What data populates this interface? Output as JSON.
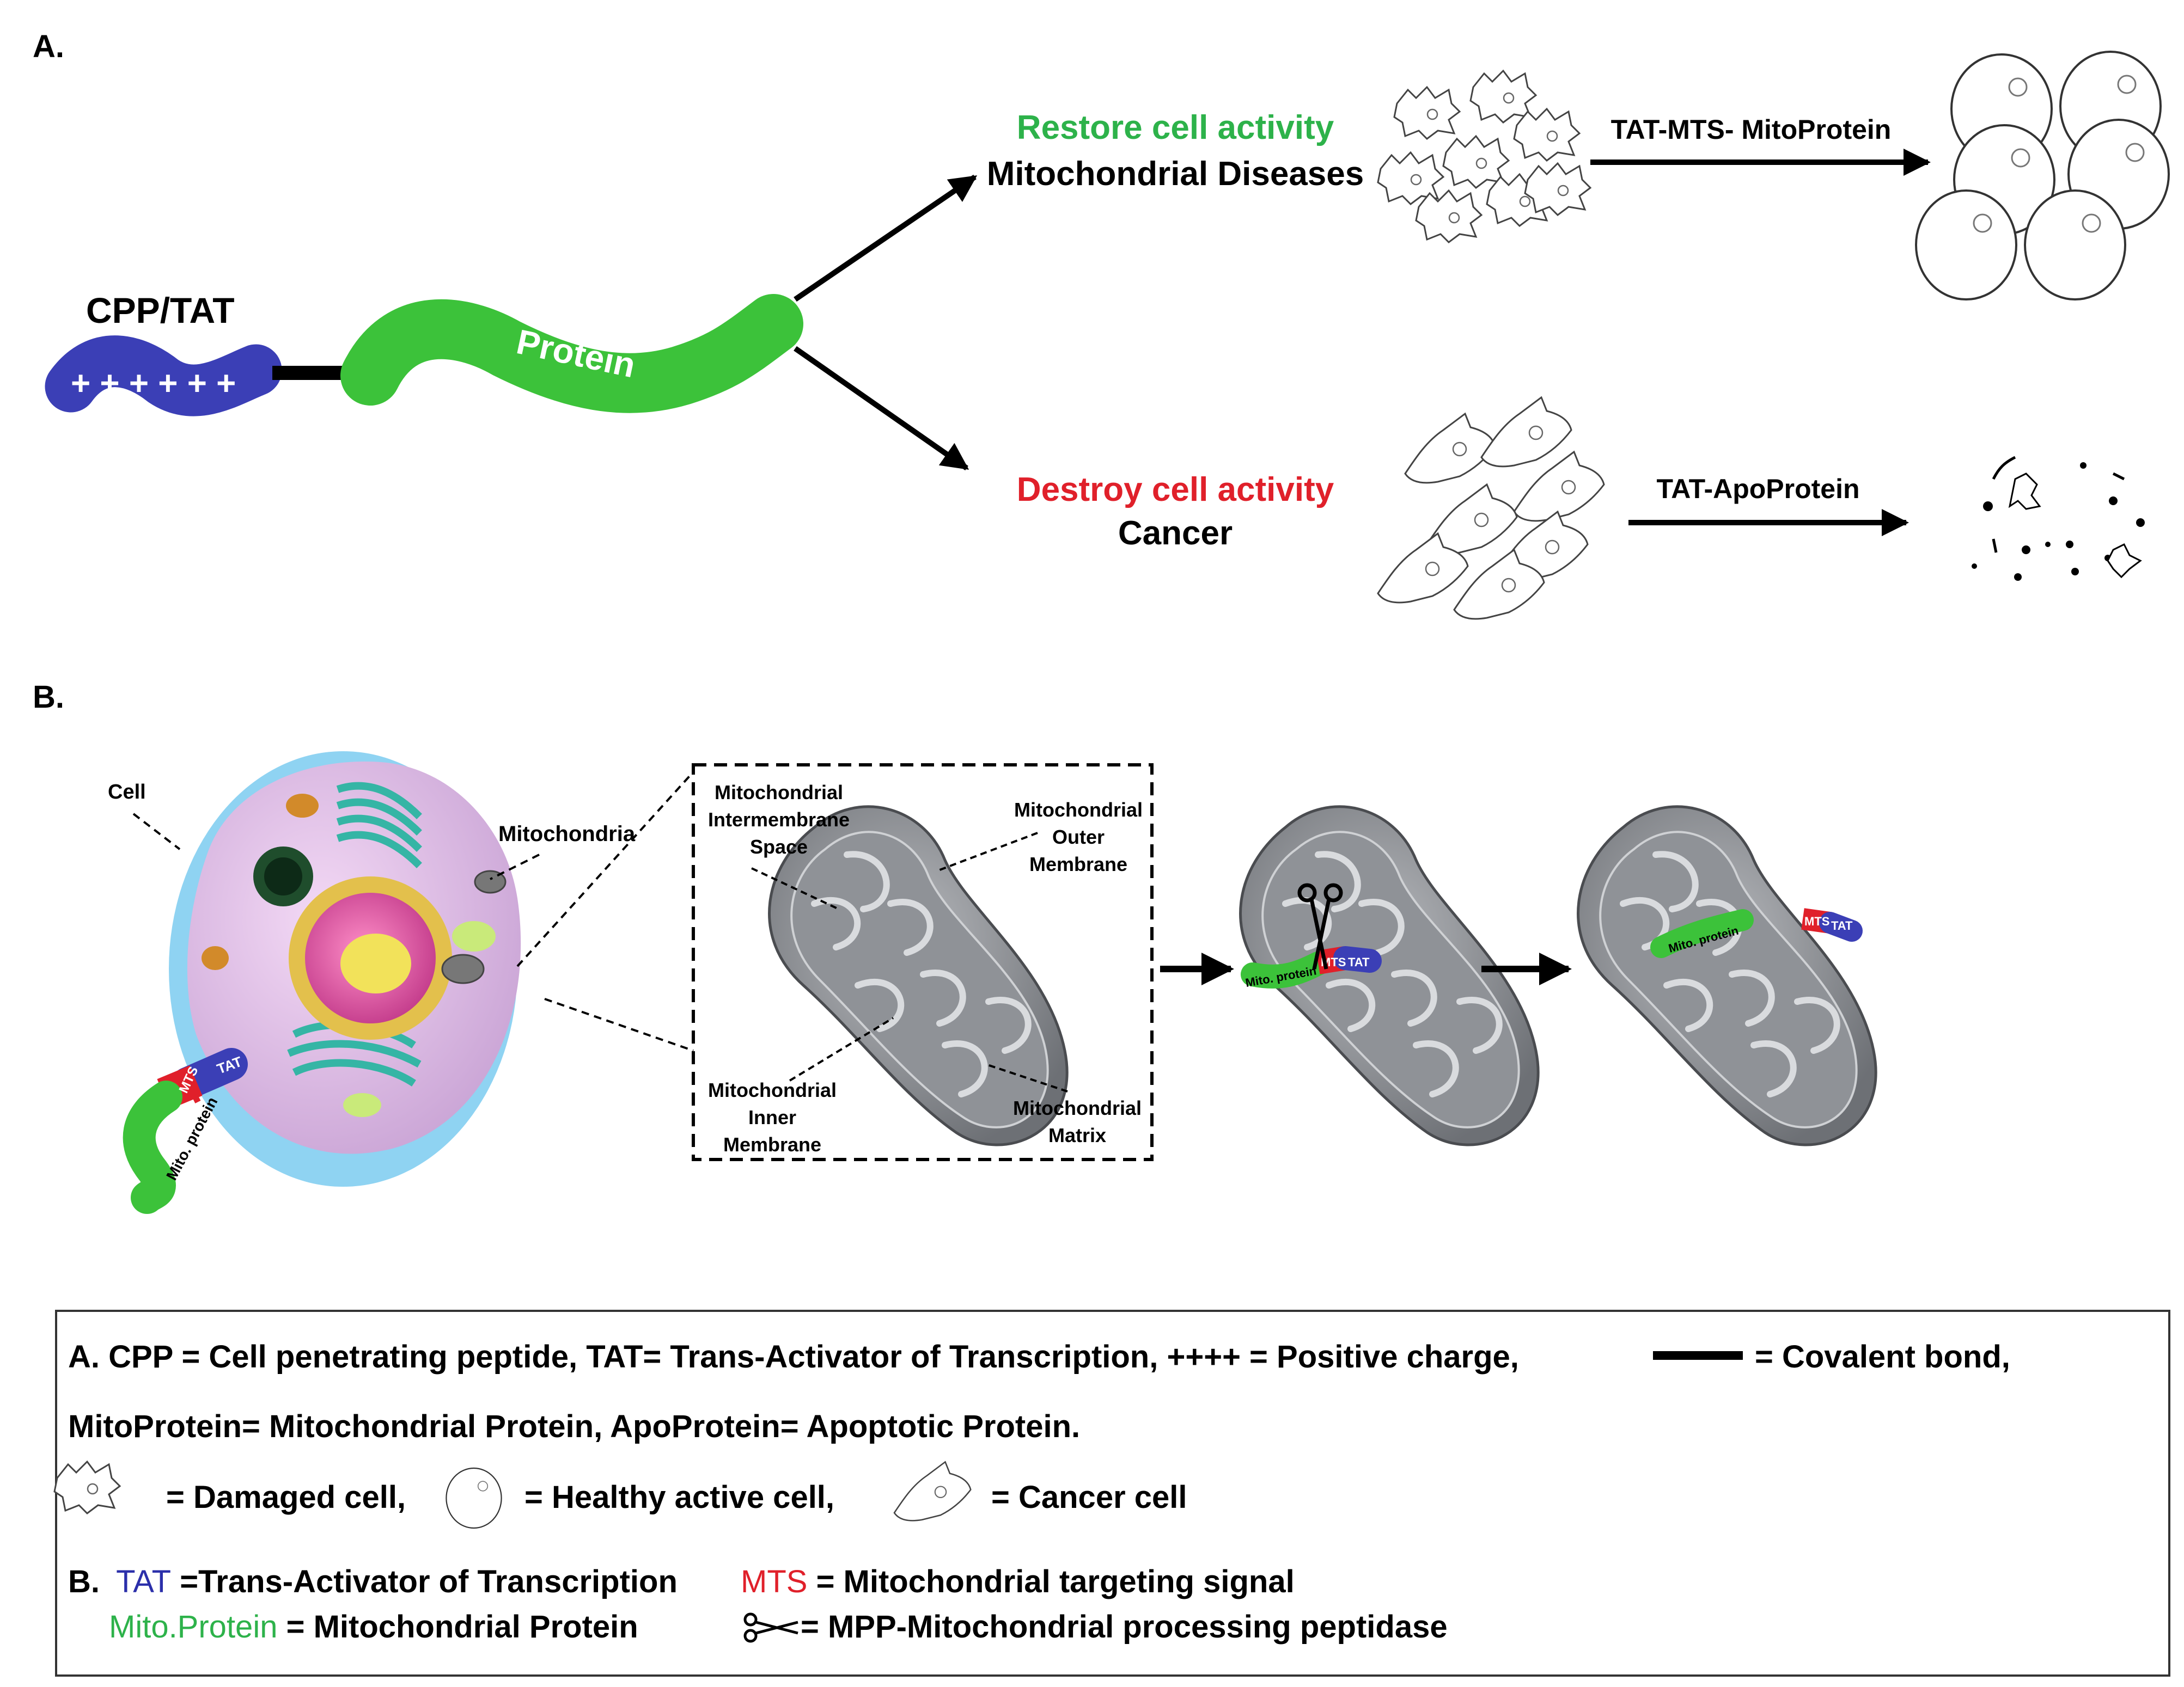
{
  "panel_a": {
    "label": "A.",
    "cpp_label": "CPP/TAT",
    "charges": "+ + + + + +",
    "protein_label": "Protein",
    "upper": {
      "title": "Restore cell activity",
      "subtitle": "Mitochondrial Diseases",
      "arrow_label": "TAT-MTS- MitoProtein"
    },
    "lower": {
      "title": "Destroy cell activity",
      "subtitle": "Cancer",
      "arrow_label": "TAT-ApoProtein"
    }
  },
  "panel_b": {
    "label": "B.",
    "cell_label": "Cell",
    "mito_label": "Mitochondria",
    "intermembrane_label": [
      "Mitochondrial",
      "Intermembrane",
      "Space"
    ],
    "outer_label": [
      "Mitochondrial",
      "Outer",
      "Membrane"
    ],
    "inner_label": [
      "Mitochondrial",
      "Inner",
      "Membrane"
    ],
    "matrix_label": [
      "Mitochondrial",
      "Matrix"
    ],
    "fusion": {
      "tat": "TAT",
      "mts": "MTS",
      "protein": "Mito. protein"
    }
  },
  "legend": {
    "a_line1_pre": "A. CPP = Cell penetrating peptide, TAT= Trans-Activator of Transcription, ++++  = Positive charge,",
    "a_line1_post": "= Covalent bond,",
    "a_line2": "MitoProtein= Mitochondrial Protein, ApoProtein= Apoptotic Protein.",
    "damaged": "= Damaged cell,",
    "healthy": "= Healthy active cell,",
    "cancer": "= Cancer cell",
    "b_prefix": "B.",
    "tat_term": "TAT",
    "tat_def": "=Trans-Activator of Transcription",
    "mts_term": "MTS",
    "mts_def": " = Mitochondrial targeting signal",
    "mito_term": "Mito.Protein",
    "mito_def": "= Mitochondrial Protein",
    "mpp_def": "= MPP-Mitochondrial processing peptidase"
  },
  "colors": {
    "green": "#2db24a",
    "red": "#e0202a",
    "blue": "#2b2faa",
    "protein": "#3cc23a",
    "tat": "#3b3fb6"
  }
}
